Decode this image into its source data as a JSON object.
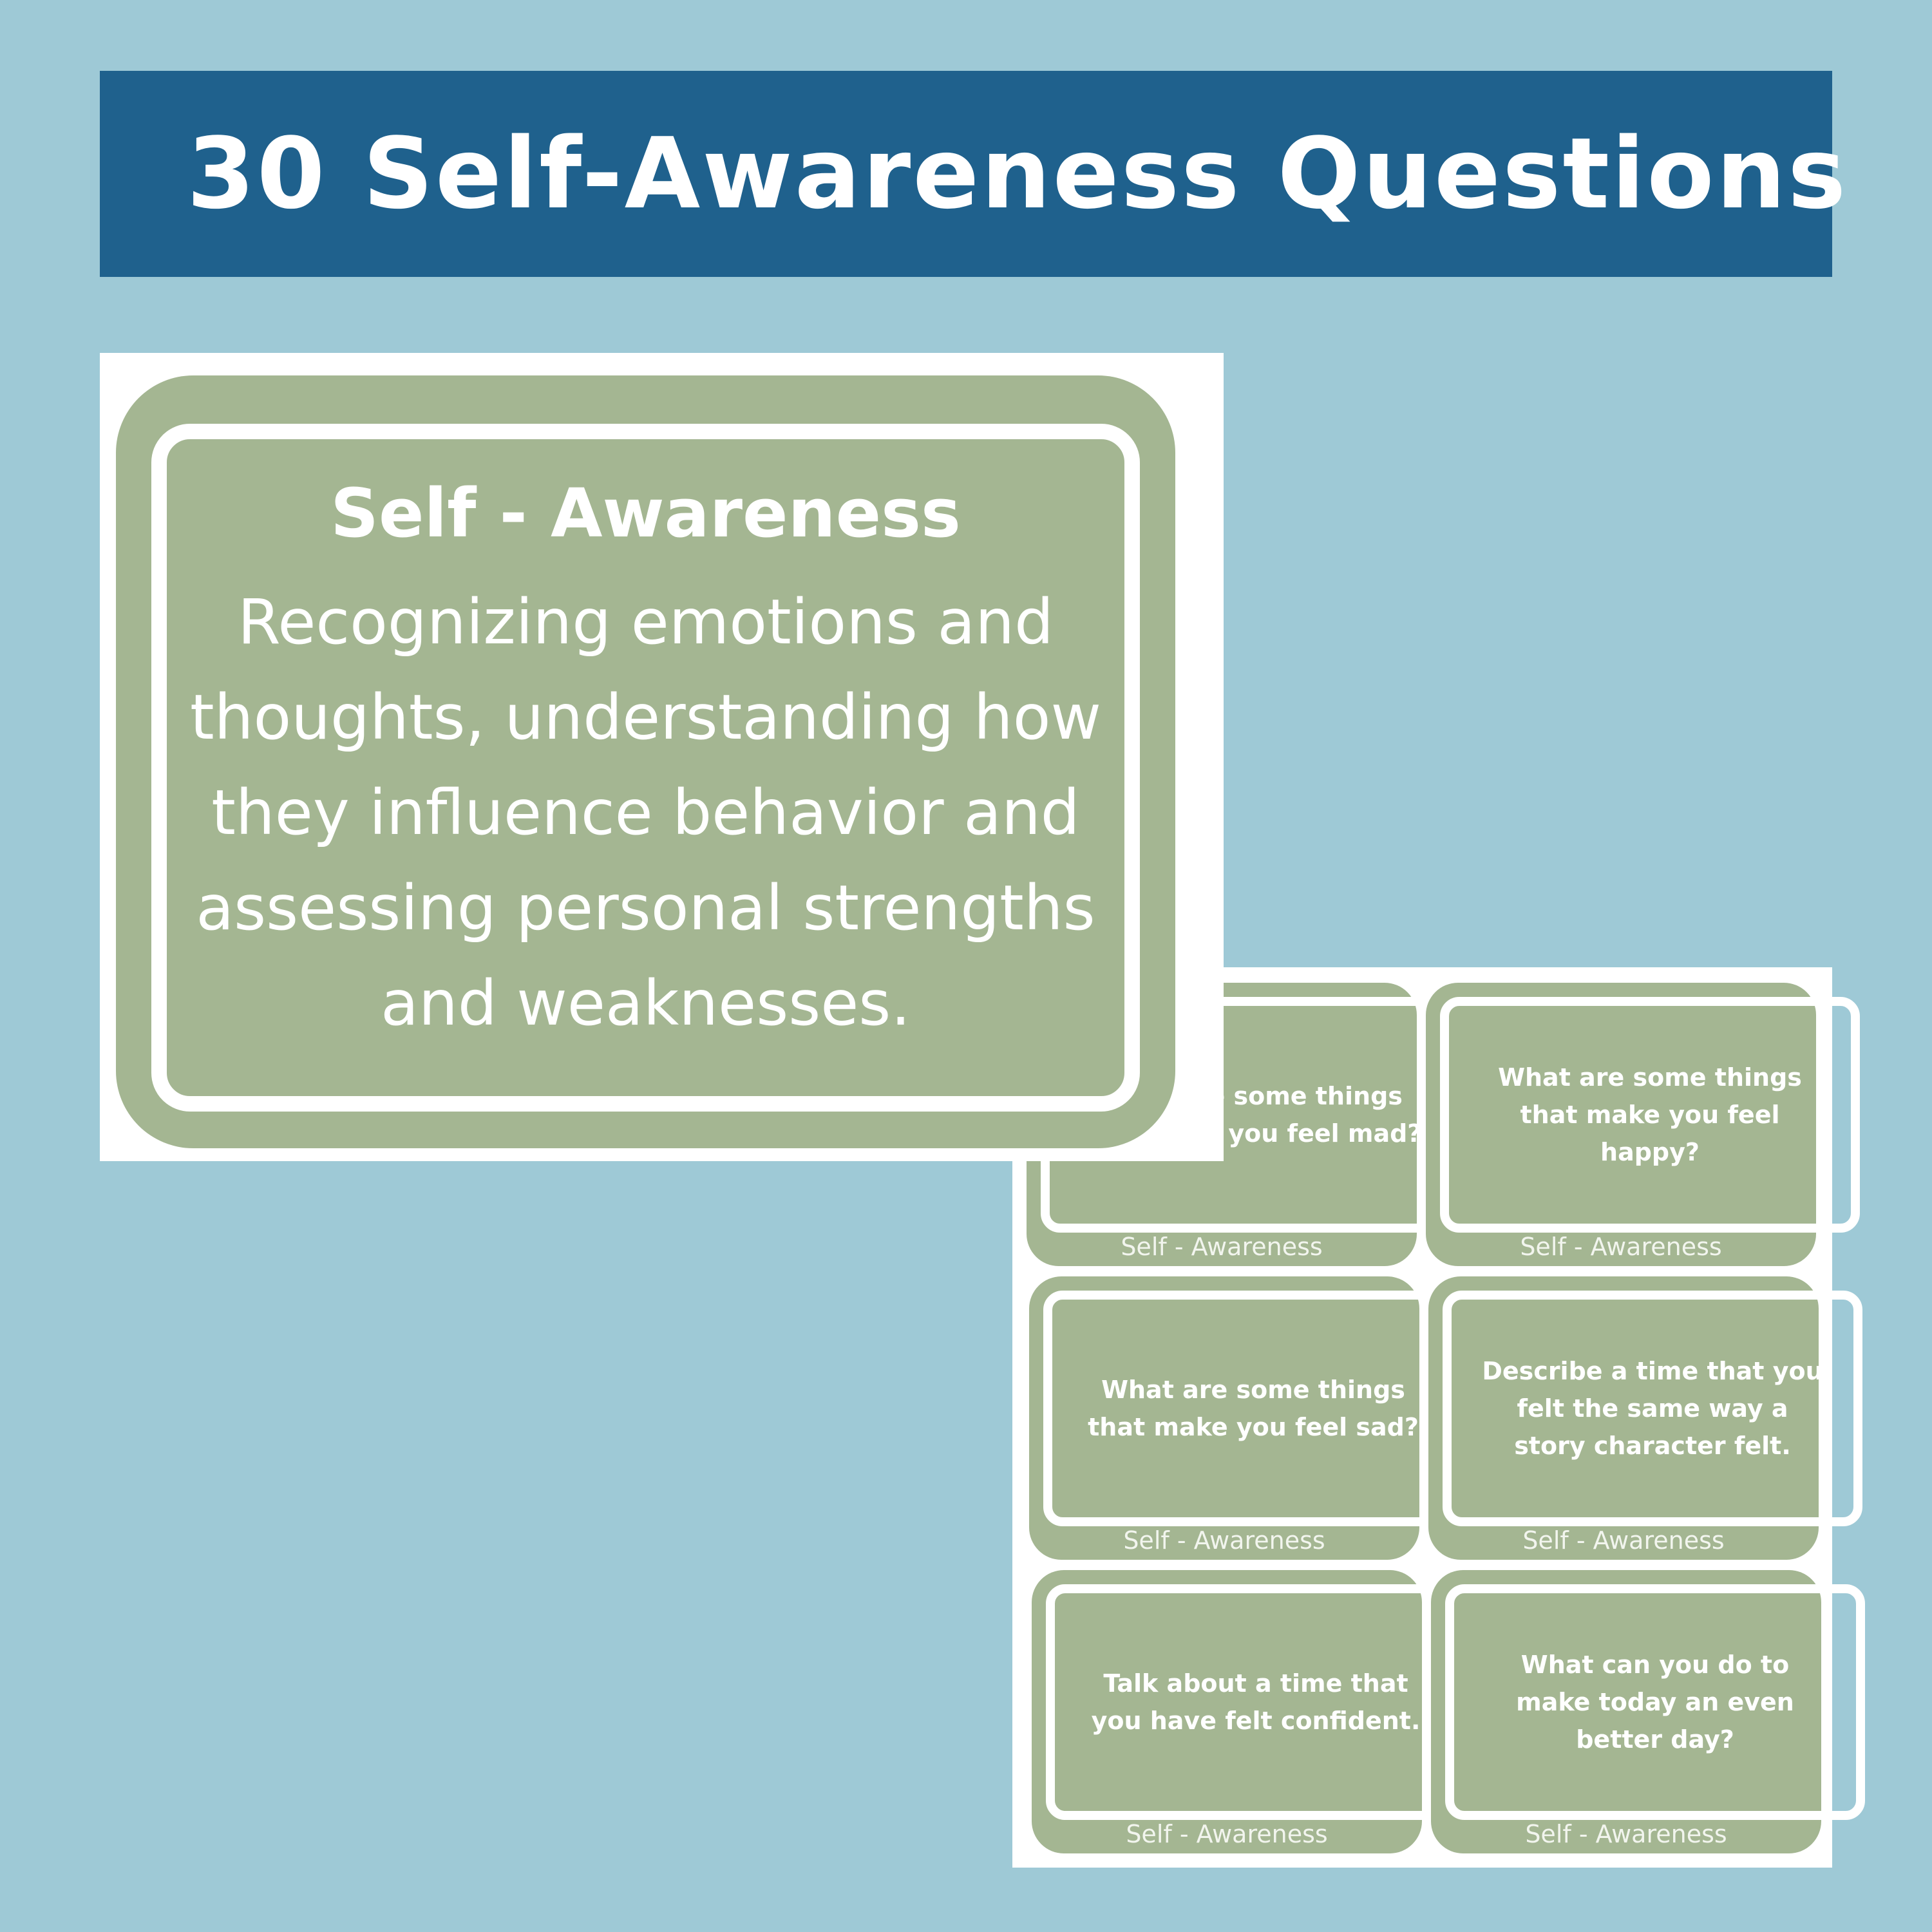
{
  "banner": {
    "title": "30 Self-Awareness Questions"
  },
  "definition_card": {
    "title": "Self - Awareness",
    "body": "Recognizing emotions and thoughts, understanding how they influence behavior and assessing personal strengths and weaknesses."
  },
  "question_cards": [
    {
      "question": "What are some things that make you feel mad?",
      "footer": "Self - Awareness"
    },
    {
      "question": "What are some things that make you feel happy?",
      "footer": "Self - Awareness"
    },
    {
      "question": "What are some things that make you feel sad?",
      "footer": "Self - Awareness"
    },
    {
      "question": "Describe a time that you felt the same way a story character felt.",
      "footer": "Self - Awareness"
    },
    {
      "question": "Talk about a time that you have felt confident.",
      "footer": "Self - Awareness"
    },
    {
      "question": "What can you do to make today an even better day?",
      "footer": "Self - Awareness"
    }
  ],
  "colors": {
    "background": "#9ec9d6",
    "banner": "#1f618d",
    "card_green": "#a4b692",
    "text": "#ffffff"
  }
}
